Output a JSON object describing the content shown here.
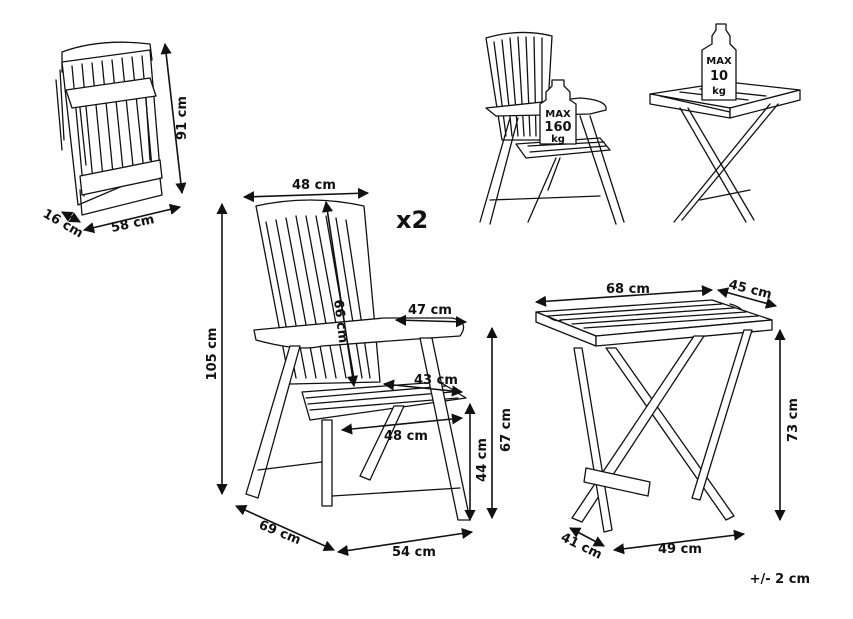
{
  "folded_chair": {
    "height": "91 cm",
    "depth": "16 cm",
    "width": "58 cm"
  },
  "chair": {
    "quantity": "x2",
    "back_width": "48 cm",
    "back_height": "66 cm",
    "total_height": "105 cm",
    "armrest": "47 cm",
    "seat_depth": "43 cm",
    "seat_width": "48 cm",
    "seat_height": "44 cm",
    "arm_height": "67 cm",
    "depth": "69 cm",
    "width": "54 cm"
  },
  "load_chair": {
    "line1": "MAX",
    "line2": "160",
    "line3": "kg"
  },
  "load_table": {
    "line1": "MAX",
    "line2": "10",
    "line3": "kg"
  },
  "table": {
    "length": "68 cm",
    "width": "45 cm",
    "height": "73 cm",
    "base_depth": "41 cm",
    "base_width": "49 cm"
  },
  "tolerance": "+/- 2 cm"
}
